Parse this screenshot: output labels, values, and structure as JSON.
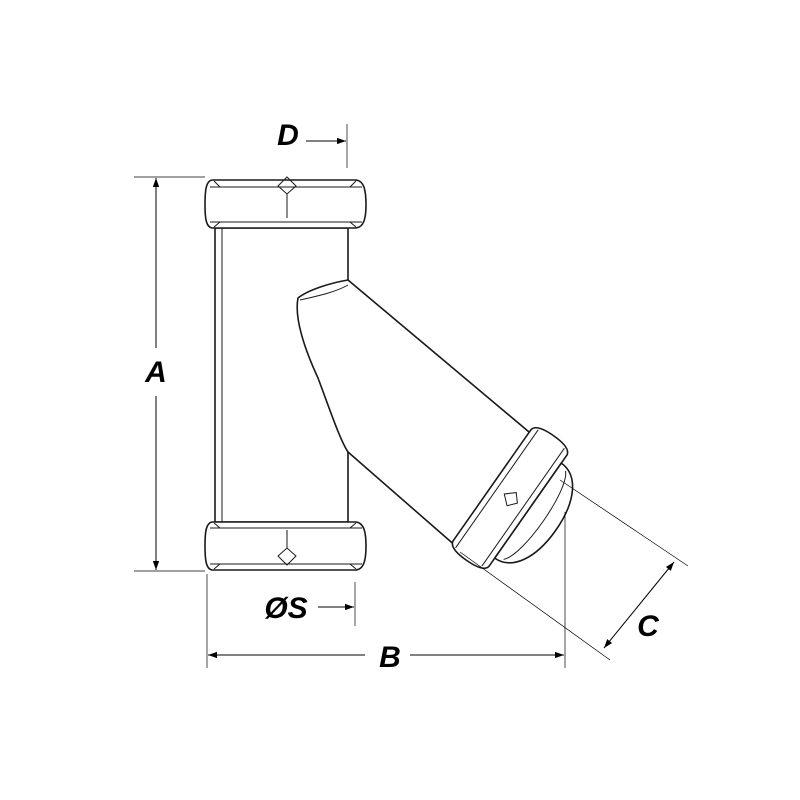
{
  "labels": {
    "a": "A",
    "b": "B",
    "c": "C",
    "d": "D",
    "s": "ØS"
  },
  "colors": {
    "line": "#1a1a1a",
    "background": "#ffffff"
  }
}
